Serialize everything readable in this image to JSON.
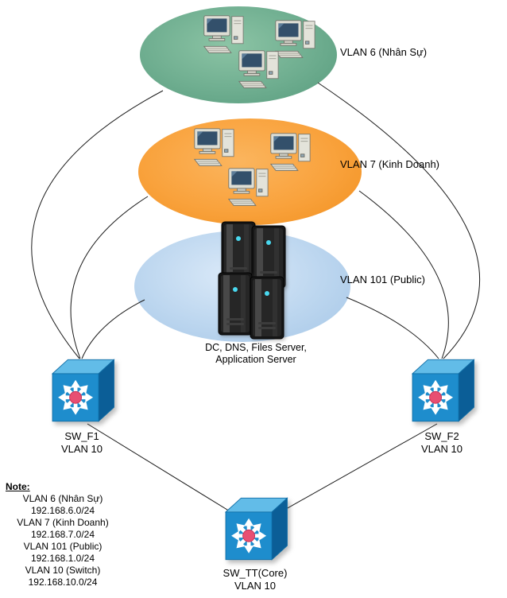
{
  "diagram": {
    "vlans": [
      {
        "label": "VLAN 6 (Nhân Sự)",
        "color": "#6fae90"
      },
      {
        "label": "VLAN 7 (Kinh Doanh)",
        "color": "#f9a23c"
      },
      {
        "label": "VLAN 101 (Public)",
        "color": "#bcd6ef"
      }
    ],
    "servers_caption": "DC, DNS, Files Server, Application Server",
    "switches": [
      {
        "name": "SW_F1",
        "vlan": "VLAN 10"
      },
      {
        "name": "SW_F2",
        "vlan": "VLAN 10"
      },
      {
        "name": "SW_TT(Core)",
        "vlan": "VLAN 10"
      }
    ],
    "note": {
      "title": "Note:",
      "lines": [
        "VLAN 6 (Nhân Sự)",
        "192.168.6.0/24",
        "VLAN 7 (Kinh Doanh)",
        "192.168.7.0/24",
        "VLAN 101 (Public)",
        "192.168.1.0/24",
        "VLAN 10 (Switch)",
        "192.168.10.0/24"
      ]
    },
    "icons": {
      "workstation": "workstation-icon",
      "server": "server-tower-icon",
      "switch": "multilayer-switch-icon"
    },
    "colors": {
      "switch_front": "#1e8dcd",
      "switch_top": "#62bce8",
      "switch_side": "#0b5e97",
      "switch_dot": "#e84f72",
      "line": "#1a1a1a"
    }
  }
}
